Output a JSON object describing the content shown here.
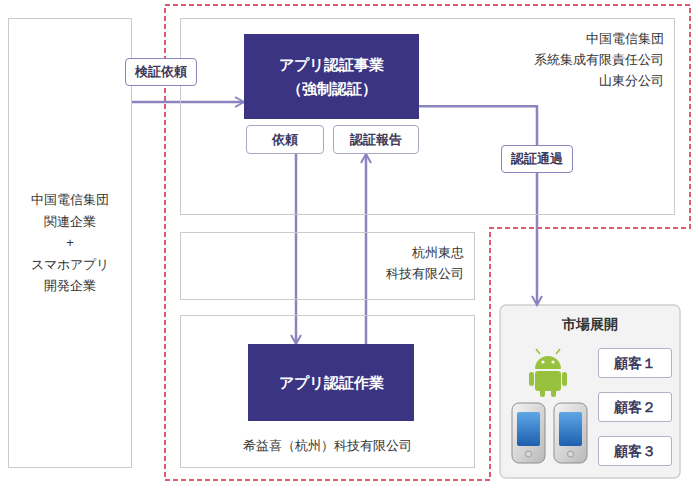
{
  "diagram": {
    "nodes": [
      {
        "text": [
          "中国電信集団 関連企業",
          "+",
          "スマホアプリ 開発企業"
        ]
      },
      {
        "text": [
          "中国電信集団 系統集成有限責任公司 山東分公司"
        ]
      },
      {
        "text": [
          "アプリ認証事業 （強制認証）"
        ],
        "in": 1
      },
      {
        "text": [
          "依頼"
        ],
        "in": 1
      },
      {
        "text": [
          "認証報告"
        ],
        "in": 1
      },
      {
        "text": [
          "杭州東忠 科技有限公司"
        ]
      },
      {
        "text": [
          "希益喜（杭州）科技有限公司"
        ]
      },
      {
        "text": [
          "アプリ認証作業"
        ],
        "in": 6
      },
      {
        "text": [
          "市場展開"
        ]
      },
      {
        "text": [
          "顧客１"
        ],
        "in": 8
      },
      {
        "text": [
          "顧客２"
        ],
        "in": 8
      },
      {
        "text": [
          "顧客３"
        ],
        "in": 8
      }
    ],
    "edges": [
      {
        "from": 0,
        "to": 2,
        "label": "検証依頼",
        "arrow": "to"
      },
      {
        "from": 2,
        "to": 8,
        "label": "認証通過",
        "arrow": "to"
      },
      {
        "from": 3,
        "to": 7,
        "arrow": "to"
      },
      {
        "from": 7,
        "to": 4,
        "arrow": "to"
      }
    ]
  }
}
